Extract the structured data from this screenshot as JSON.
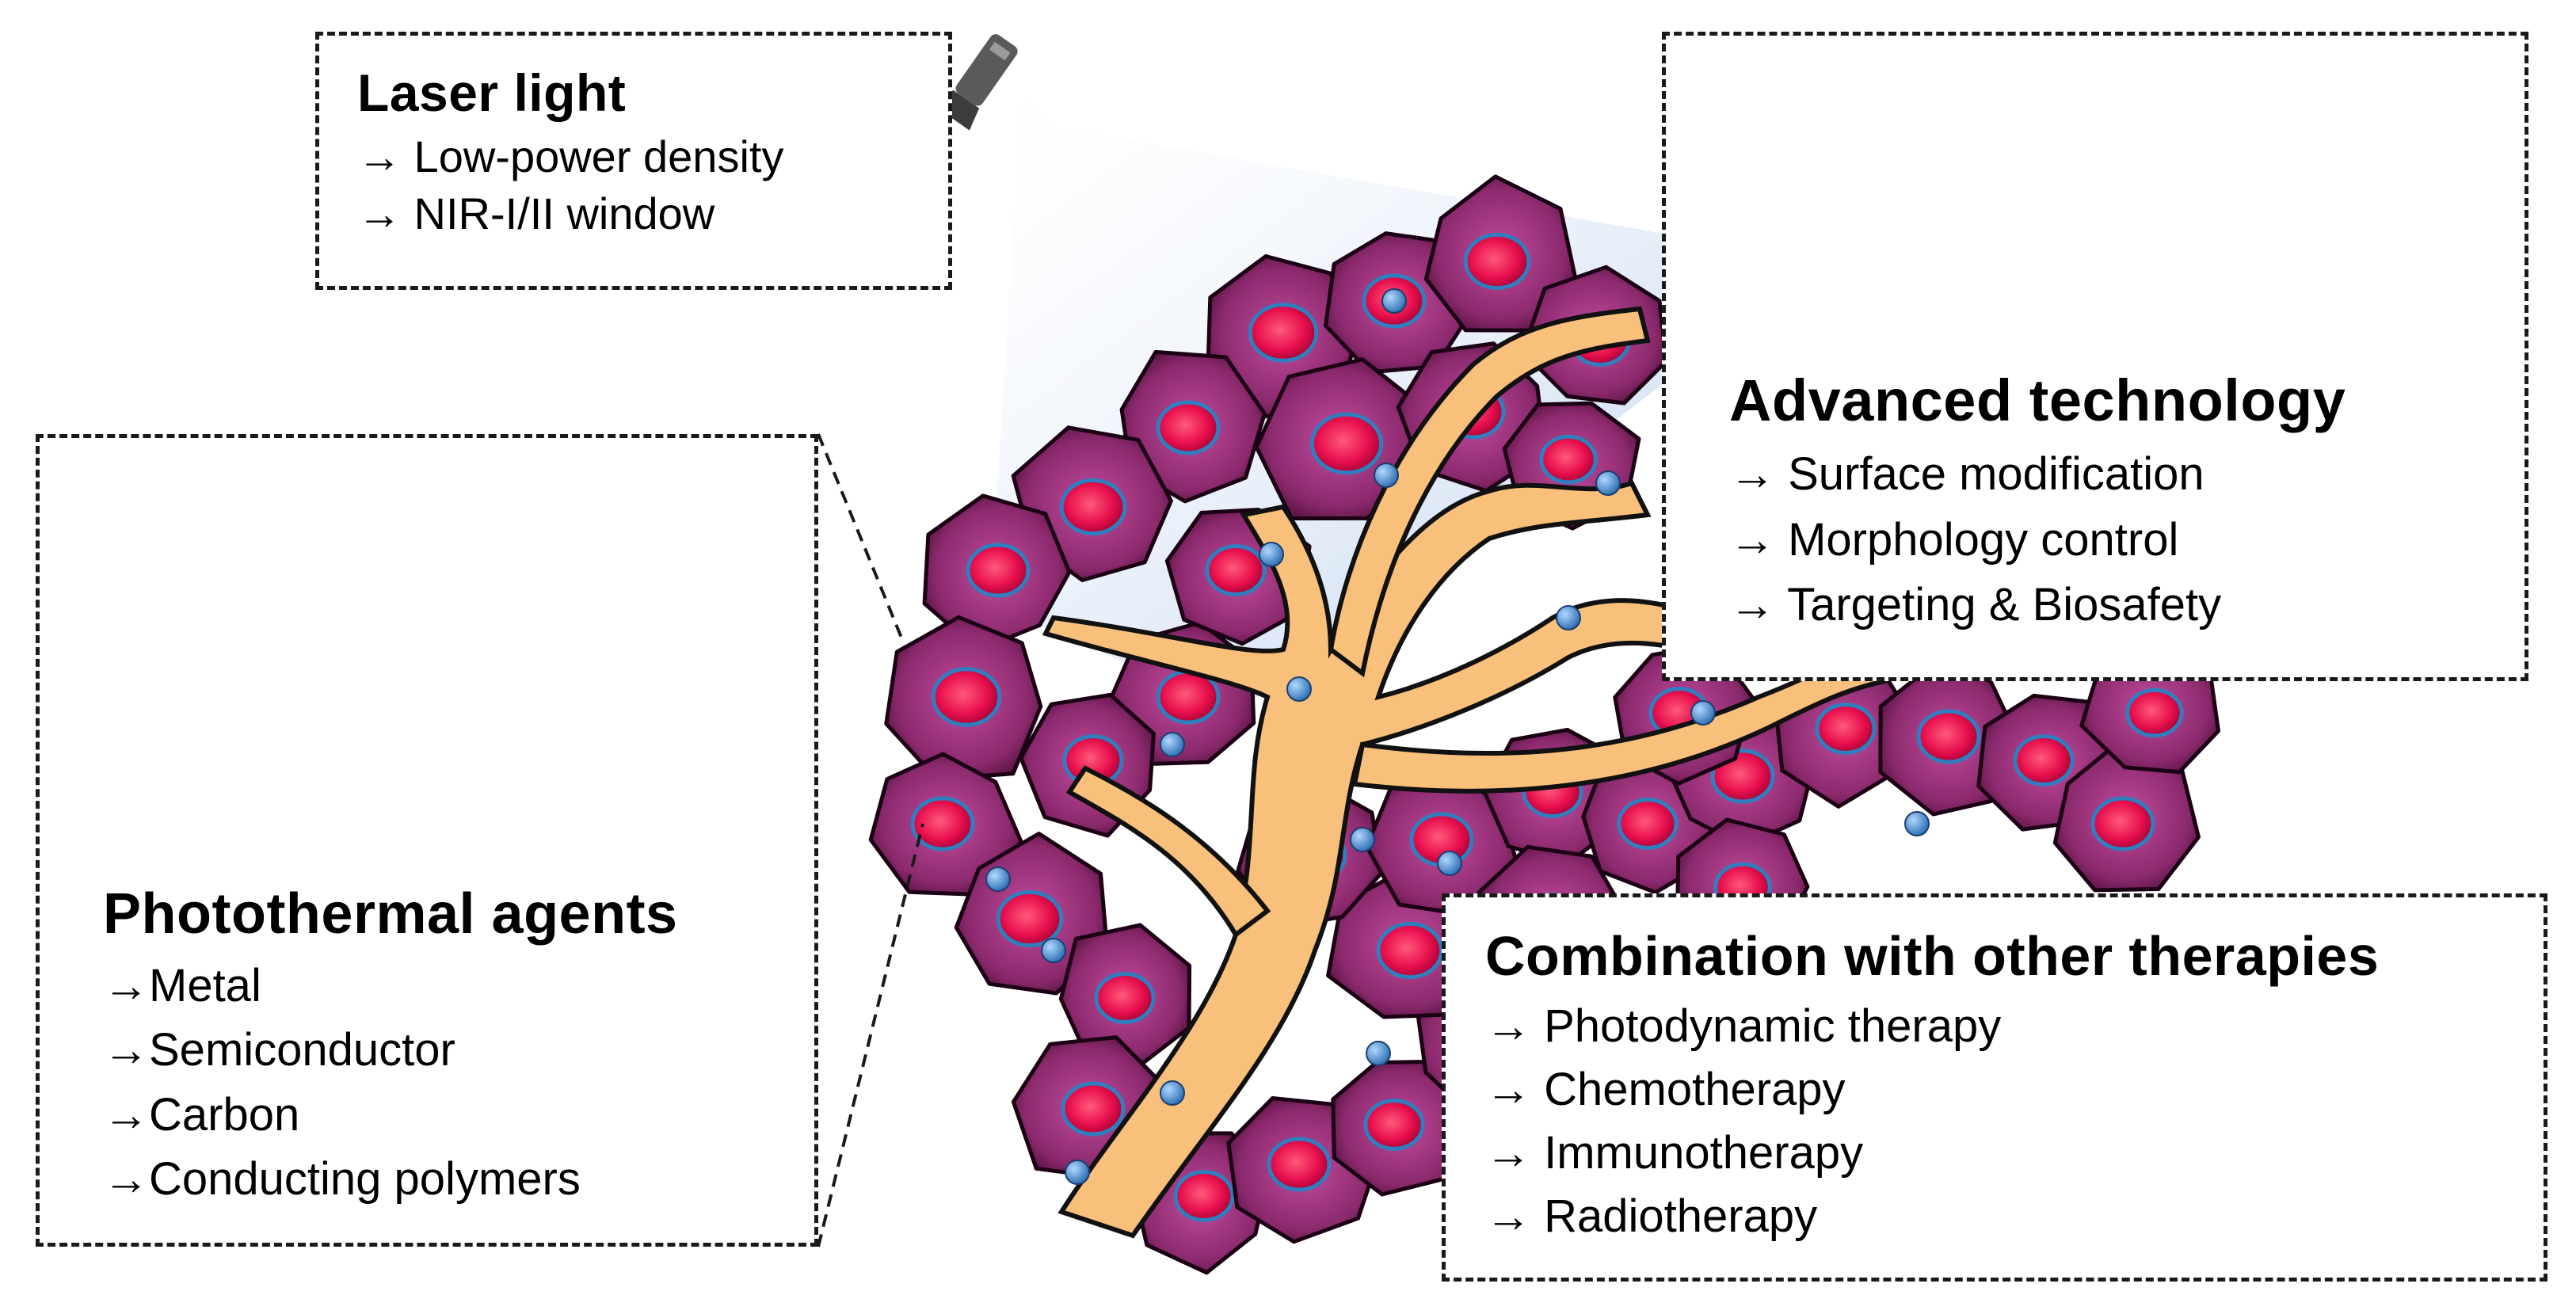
{
  "laser": {
    "title": "Laser light",
    "items": [
      "→ Low-power density",
      "→ NIR-I/II window"
    ]
  },
  "advanced": {
    "title": "Advanced technology",
    "items": [
      "→ Surface modification",
      "→ Morphology control",
      "→ Targeting & Biosafety"
    ]
  },
  "photothermal": {
    "title": "Photothermal agents",
    "items": [
      "→Metal",
      "→Semiconductor",
      "→Carbon",
      "→Conducting polymers"
    ]
  },
  "combination": {
    "title": "Combination with other therapies",
    "items": [
      "→ Photodynamic therapy",
      "→ Chemotherapy",
      "→ Immunotherapy",
      "→ Radiotherapy"
    ]
  },
  "colors": {
    "cell": "#8c2a6e",
    "nucleus": "#e8104e",
    "vessel": "#f8c07a",
    "particle": "#3d5fb0",
    "shell": "#3ff0b0",
    "ligand": "#e020c8"
  },
  "icons": [
    "laser-device-icon",
    "tumor-cell-cluster",
    "blood-vessel",
    "nanoparticle-icon",
    "graphene-sheet-icon",
    "carbon-nanotube-icon",
    "polymer-micelle-icon",
    "liposome-icon",
    "dendrimer-icon"
  ]
}
